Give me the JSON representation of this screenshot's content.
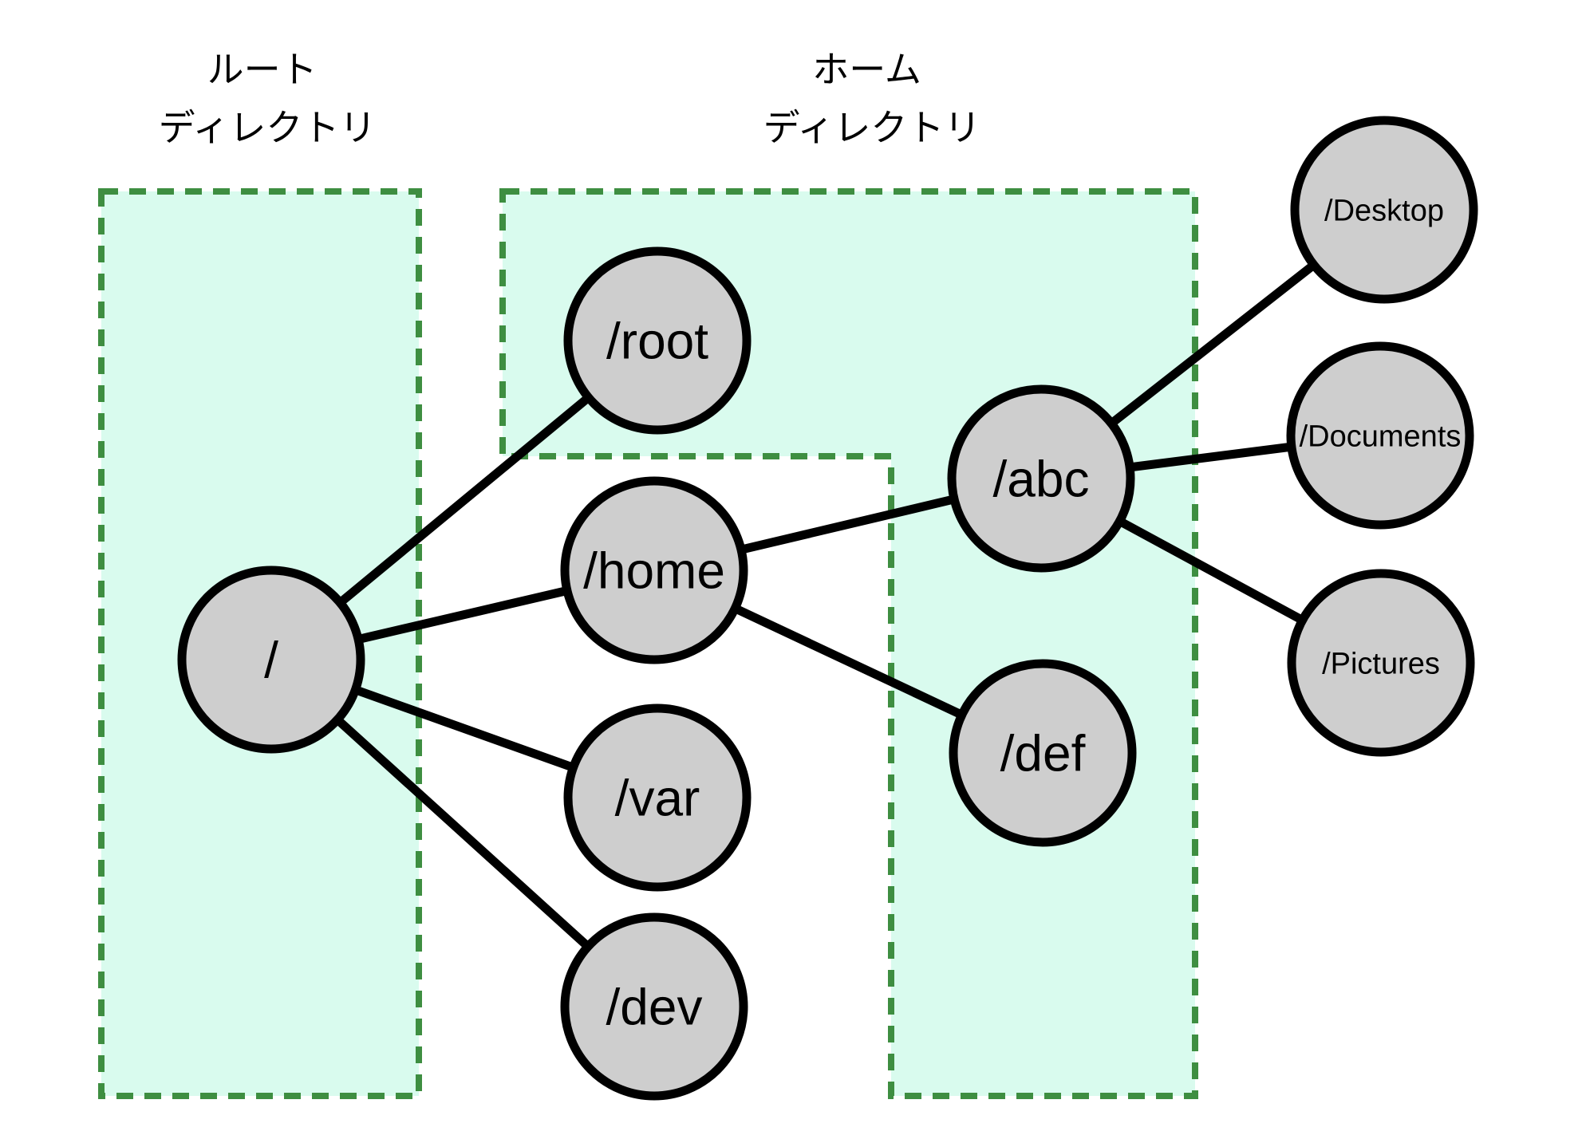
{
  "colors": {
    "background": "#ffffff",
    "region_fill": "#d9fbee",
    "region_border": "#3e8e41",
    "node_fill": "#cecece",
    "node_border": "#000000",
    "edge_color": "#000000",
    "label_color": "#000000"
  },
  "annotations": {
    "root_directory": {
      "line1": "ルート",
      "line2": "ディレクトリ"
    },
    "home_directory": {
      "line1": "ホーム",
      "line2": "ディレクトリ"
    }
  },
  "nodes": {
    "root": {
      "label": "/"
    },
    "slash_root": {
      "label": "/root"
    },
    "home": {
      "label": "/home"
    },
    "var": {
      "label": "/var"
    },
    "dev": {
      "label": "/dev"
    },
    "abc": {
      "label": "/abc"
    },
    "def": {
      "label": "/def"
    },
    "desktop": {
      "label": "/Desktop"
    },
    "documents": {
      "label": "/Documents"
    },
    "pictures": {
      "label": "/Pictures"
    }
  },
  "edges": [
    {
      "from": "/",
      "to": "/root"
    },
    {
      "from": "/",
      "to": "/home"
    },
    {
      "from": "/",
      "to": "/var"
    },
    {
      "from": "/",
      "to": "/dev"
    },
    {
      "from": "/home",
      "to": "/abc"
    },
    {
      "from": "/home",
      "to": "/def"
    },
    {
      "from": "/abc",
      "to": "/Desktop"
    },
    {
      "from": "/abc",
      "to": "/Documents"
    },
    {
      "from": "/abc",
      "to": "/Pictures"
    }
  ]
}
